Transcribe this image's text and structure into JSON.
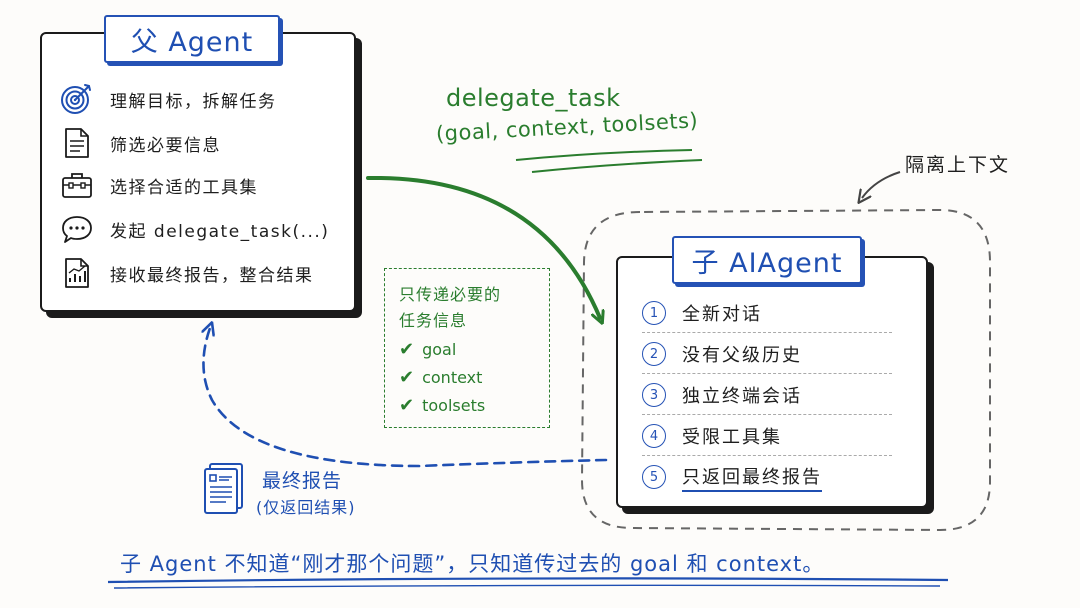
{
  "parent": {
    "title": "父 Agent",
    "tasks": [
      {
        "icon": "target-icon",
        "label": "理解目标，拆解任务"
      },
      {
        "icon": "document-icon",
        "label": "筛选必要信息"
      },
      {
        "icon": "toolbox-icon",
        "label": "选择合适的工具集"
      },
      {
        "icon": "chat-bubble-icon",
        "label": "发起 delegate_task(...)"
      },
      {
        "icon": "report-chart-icon",
        "label": "接收最终报告，整合结果"
      }
    ]
  },
  "call": {
    "name": "delegate_task",
    "params": "(goal, context, toolsets)"
  },
  "isolation_label": "隔离上下文",
  "info_box": {
    "line1": "只传递必要的",
    "line2": "任务信息",
    "items": [
      "goal",
      "context",
      "toolsets"
    ]
  },
  "child": {
    "title": "子 AIAgent",
    "items": [
      {
        "num": "1",
        "label": "全新对话"
      },
      {
        "num": "2",
        "label": "没有父级历史"
      },
      {
        "num": "3",
        "label": "独立终端会话"
      },
      {
        "num": "4",
        "label": "受限工具集"
      },
      {
        "num": "5",
        "label": "只返回最终报告"
      }
    ]
  },
  "report": {
    "title": "最终报告",
    "subtitle": "(仅返回结果)"
  },
  "footer": "子 Agent 不知道“刚才那个问题”，只知道传过去的 goal 和 context。",
  "colors": {
    "blue": "#1f4fb2",
    "green": "#2a7d2e",
    "ink": "#1b1b1b"
  }
}
